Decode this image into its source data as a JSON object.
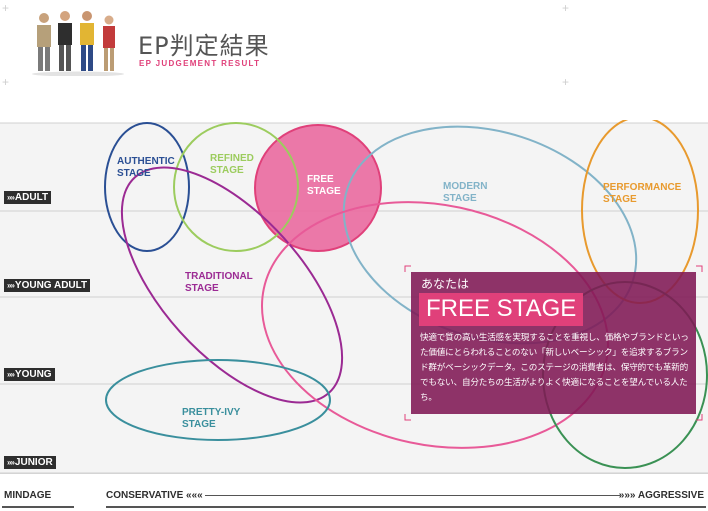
{
  "header": {
    "title_jp": "EP判定結果",
    "title_en": "EP JUDGEMENT RESULT"
  },
  "rows": [
    {
      "label": "ADULT"
    },
    {
      "label": "YOUNG ADULT"
    },
    {
      "label": "YOUNG"
    },
    {
      "label": "JUNIOR"
    }
  ],
  "row_chevron": "»»",
  "stages": [
    {
      "label": "AUTHENTIC\nSTAGE",
      "color": "#2a4f94"
    },
    {
      "label": "REFINED\nSTAGE",
      "color": "#9ccc5e"
    },
    {
      "label": "FREE\nSTAGE",
      "color": "#ffffff"
    },
    {
      "label": "MODERN\nSTAGE",
      "color": "#82b3c8"
    },
    {
      "label": "PERFORMANCE\nSTAGE",
      "color": "#e89a2e"
    },
    {
      "label": "TRADITIONAL\nSTAGE",
      "color": "#9b2a93"
    },
    {
      "label": "PRETTY-IVY\nSTAGE",
      "color": "#3a8f9d"
    }
  ],
  "result": {
    "intro": "あなたは",
    "stage": "FREE STAGE",
    "description": "快適で質の高い生活感を実現することを重視し、価格やブランドといった価値にとらわれることのない「新しいベーシック」を追求するブランド群がベーシックデータ。このステージの消費者は、保守的でも革新的でもない、自分たちの生活がよりよく快適になることを望んでいる人たち。"
  },
  "axis": {
    "mindage": "MINDAGE",
    "conservative": "CONSERVATIVE «««",
    "aggressive": "»»» AGGRESSIVE"
  },
  "colors": {
    "free_stage": "#e0407a",
    "result_box": "#801854",
    "dark_label": "#2e2e2e"
  }
}
